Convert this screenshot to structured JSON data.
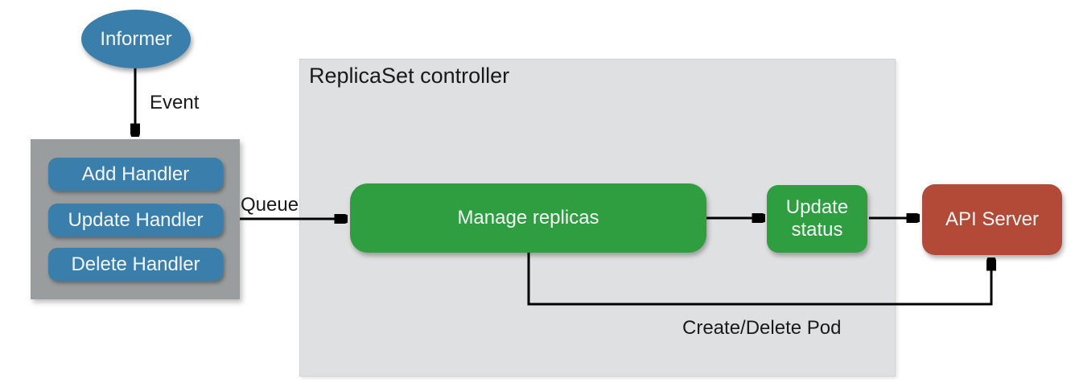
{
  "colors": {
    "node_blue": "#3a7fac",
    "node_green": "#2f9e41",
    "node_red": "#b34a38",
    "handler_box_gray": "#9a9d9e",
    "controller_box_gray": "#dfe0e1",
    "edge_black": "#000000",
    "label_text": "#1a1a1a",
    "node_text": "#f2f6f7"
  },
  "diagram": {
    "informer": {
      "label": "Informer"
    },
    "edges": {
      "event": {
        "label": "Event"
      },
      "queue": {
        "label": "Queue"
      },
      "create_delete_pod": {
        "label": "Create/Delete Pod"
      }
    },
    "handler_box": {
      "items": [
        "Add Handler",
        "Update Handler",
        "Delete Handler"
      ]
    },
    "controller": {
      "title": "ReplicaSet controller"
    },
    "manage_replicas": {
      "label": "Manage replicas"
    },
    "update_status": {
      "label": "Update status"
    },
    "api_server": {
      "label": "API Server"
    }
  }
}
